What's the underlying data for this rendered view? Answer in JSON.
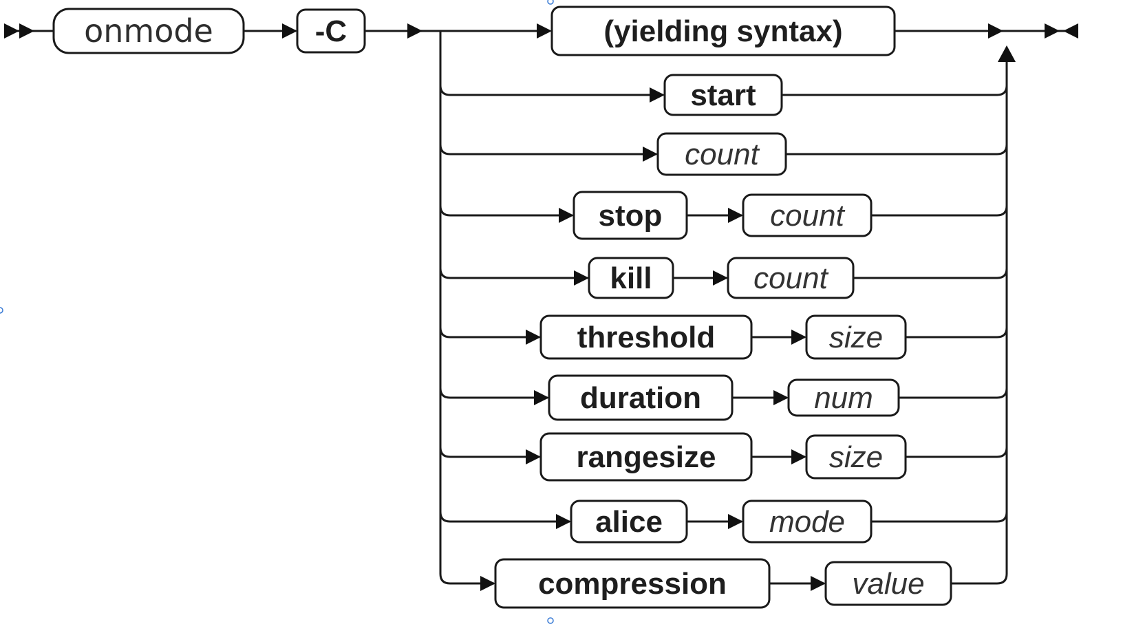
{
  "diagram": {
    "type": "syntax-railroad",
    "command": {
      "label": "onmode",
      "style": "command"
    },
    "flag": {
      "label": "-C",
      "style": "keyword"
    },
    "branches": [
      {
        "items": [
          {
            "label": "(yielding syntax)",
            "style": "keyword"
          }
        ]
      },
      {
        "items": [
          {
            "label": "start",
            "style": "keyword"
          }
        ]
      },
      {
        "items": [
          {
            "label": "count",
            "style": "variable"
          }
        ]
      },
      {
        "items": [
          {
            "label": "stop",
            "style": "keyword"
          },
          {
            "label": "count",
            "style": "variable"
          }
        ]
      },
      {
        "items": [
          {
            "label": "kill",
            "style": "keyword"
          },
          {
            "label": "count",
            "style": "variable"
          }
        ]
      },
      {
        "items": [
          {
            "label": "threshold",
            "style": "keyword"
          },
          {
            "label": "size",
            "style": "variable"
          }
        ]
      },
      {
        "items": [
          {
            "label": "duration",
            "style": "keyword"
          },
          {
            "label": "num",
            "style": "variable"
          }
        ]
      },
      {
        "items": [
          {
            "label": "rangesize",
            "style": "keyword"
          },
          {
            "label": "size",
            "style": "variable"
          }
        ]
      },
      {
        "items": [
          {
            "label": "alice",
            "style": "keyword"
          },
          {
            "label": "mode",
            "style": "variable"
          }
        ]
      },
      {
        "items": [
          {
            "label": "compression",
            "style": "keyword"
          },
          {
            "label": "value",
            "style": "variable"
          }
        ]
      }
    ],
    "start_marker": "double-arrow-start",
    "end_marker": "arrow-end"
  }
}
